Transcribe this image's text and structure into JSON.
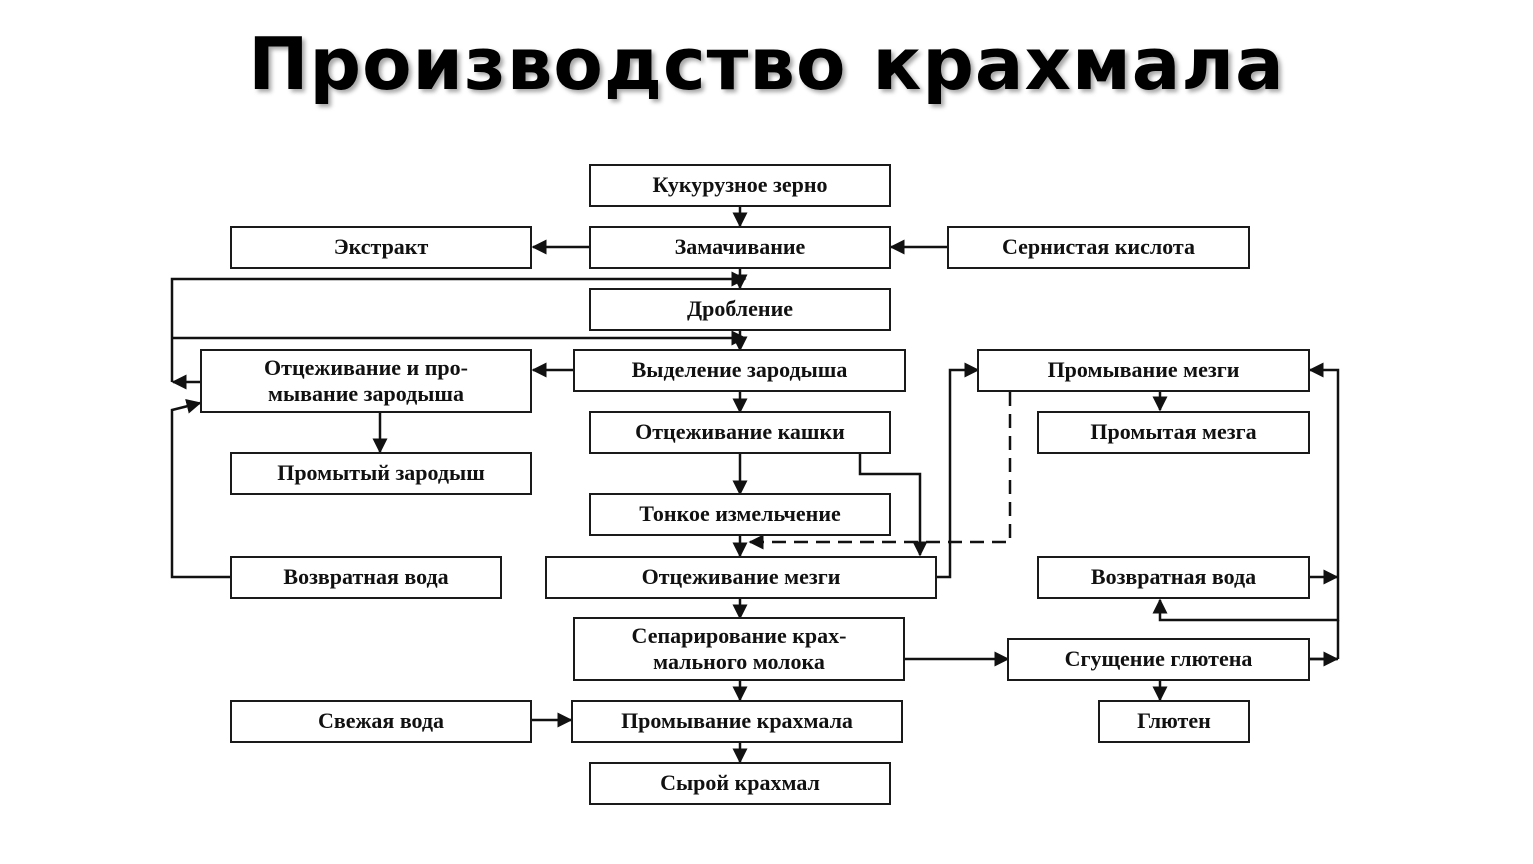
{
  "title": "Производство крахмала",
  "nodes": {
    "corn": "Кукурузное зерно",
    "extract": "Экстракт",
    "steeping": "Замачивание",
    "sulfurous_acid": "Сернистая кислота",
    "crushing": "Дробление",
    "germ_wash": "Отцеживание и про-\nмывание зародыша",
    "germ_separation": "Выделение зародыша",
    "pulp_wash": "Промывание мезги",
    "washed_germ": "Промытый зародыш",
    "mash_draining": "Отцеживание кашки",
    "washed_pulp": "Промытая мезга",
    "fine_grinding": "Тонкое измельчение",
    "return_water_left": "Возвратная вода",
    "pulp_draining": "Отцеживание мезги",
    "return_water_right": "Возвратная вода",
    "separation": "Сепарирование крах-\nмального молока",
    "gluten_thickening": "Сгущение глютена",
    "fresh_water": "Свежая вода",
    "starch_wash": "Промывание крахмала",
    "gluten": "Глютен",
    "raw_starch": "Сырой крахмал"
  },
  "colors": {
    "line": "#111111",
    "border": "#1a1a1a"
  }
}
